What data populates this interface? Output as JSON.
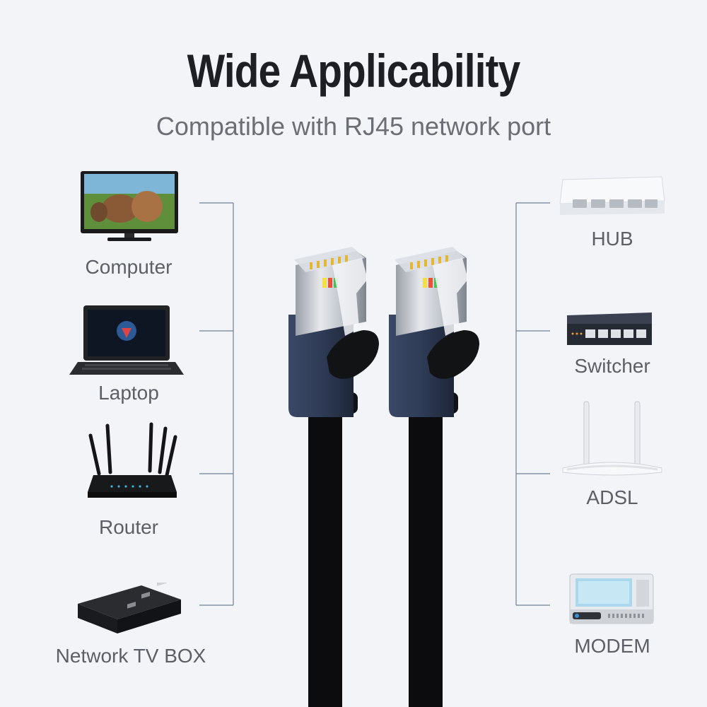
{
  "title": "Wide Applicability",
  "subtitle": "Compatible with RJ45 network port",
  "left_devices": [
    {
      "label": "Computer",
      "icon": "computer-monitor-icon"
    },
    {
      "label": "Laptop",
      "icon": "laptop-icon"
    },
    {
      "label": "Router",
      "icon": "router-icon"
    },
    {
      "label": "Network TV BOX",
      "icon": "tv-box-icon"
    }
  ],
  "right_devices": [
    {
      "label": "HUB",
      "icon": "hub-icon"
    },
    {
      "label": "Switcher",
      "icon": "switch-icon"
    },
    {
      "label": "ADSL",
      "icon": "adsl-router-icon"
    },
    {
      "label": "MODEM",
      "icon": "modem-icon"
    }
  ],
  "colors": {
    "background": "#f2f4f8",
    "connector_line": "#6f8196",
    "cable": "#0c0c0e",
    "boot": "#2d3a52"
  }
}
